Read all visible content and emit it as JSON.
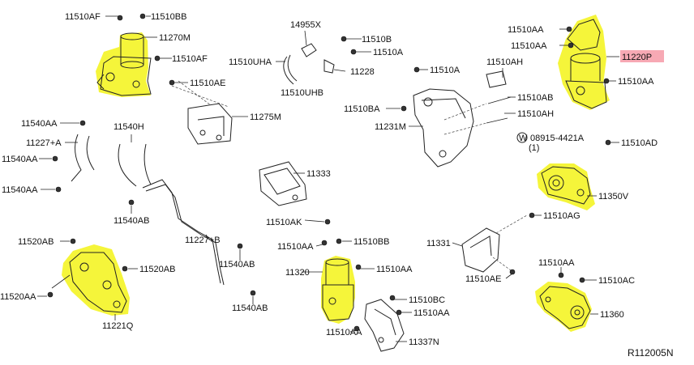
{
  "colors": {
    "highlight_yellow": "#f5f53a",
    "highlight_pink": "#f7a9b4",
    "line": "#222222"
  },
  "labels": {
    "l1": "11510AF",
    "l2": "11510BB",
    "l3": "11270M",
    "l4": "11510AF",
    "l5": "14955X",
    "l6": "11510B",
    "l7": "11510A",
    "l8": "11510UHA",
    "l9": "11228",
    "l10": "11510UHB",
    "l11": "11510AE",
    "l12": "11275M",
    "l13": "11510A",
    "l14": "11510AH",
    "l15": "11510AB",
    "l16": "11510BA",
    "l17": "11510AH",
    "l18": "11231M",
    "l19": "11510AA",
    "l20": "11510AA",
    "l21": "11220P",
    "l22": "11510AA",
    "l23": "11540AA",
    "l24": "11540H",
    "l25": "11227+A",
    "l26": "11540AA",
    "l27": "11540AA",
    "l28": "11540AB",
    "l29": "08915-4421A",
    "l30": "(1)",
    "l31": "11510AD",
    "l32": "11350V",
    "l33": "11333",
    "l34": "11510AK",
    "l35": "11227+B",
    "l36": "11510AG",
    "l37": "11520AB",
    "l38": "11520AB",
    "l39": "11520AA",
    "l40": "11221Q",
    "l41": "11540AB",
    "l42": "11540AB",
    "l43": "11510AA",
    "l44": "11510BB",
    "l45": "11320",
    "l46": "11510AA",
    "l47": "11510BC",
    "l48": "11510AA",
    "l49": "11510AA",
    "l50": "11337N",
    "l51": "11331",
    "l52": "11510AE",
    "l53": "11510AA",
    "l54": "11510AC",
    "l55": "11360",
    "w_mark": "W",
    "ref_code": "R112005N"
  }
}
